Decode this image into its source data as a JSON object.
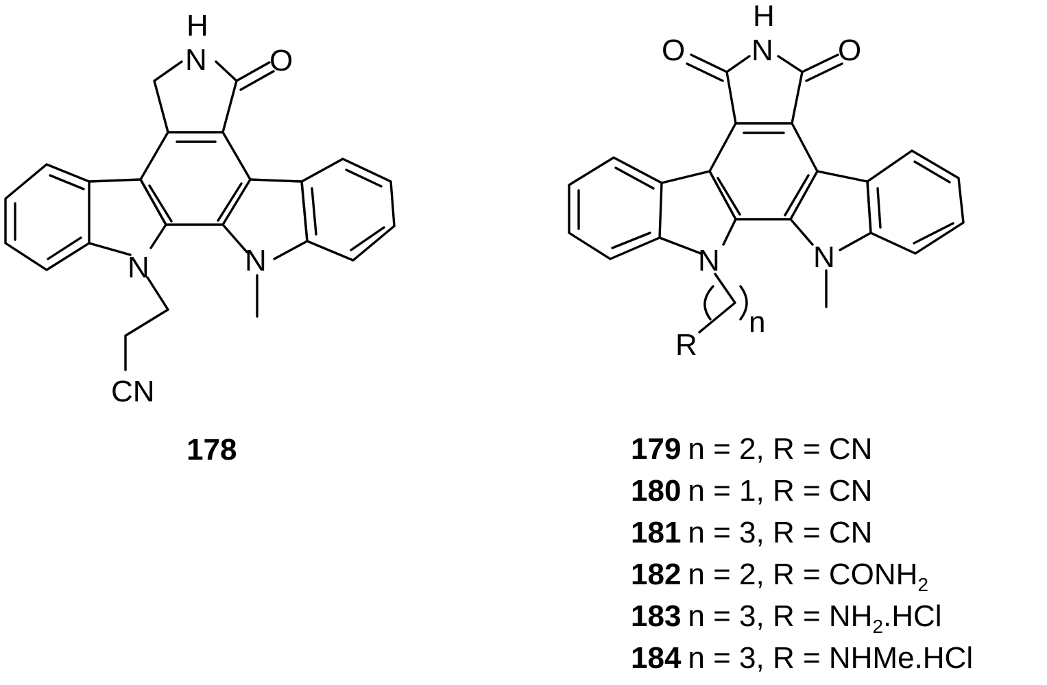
{
  "compound_178": {
    "label": "178",
    "atoms": {
      "lactam_H": "H",
      "lactam_N": "N",
      "carbonyl_O": "O",
      "indole_N1": "N",
      "indole_N2": "N",
      "nitrile": "CN"
    }
  },
  "compound_series": {
    "atoms": {
      "imide_H": "H",
      "imide_N": "N",
      "carbonyl_O_left": "O",
      "carbonyl_O_right": "O",
      "indole_N1": "N",
      "indole_N2": "N",
      "substituent_R": "R",
      "repeat_n": "n"
    },
    "legend": [
      {
        "id": "179",
        "prefix": "n = 2, R = CN",
        "sub": "",
        "suffix": ""
      },
      {
        "id": "180",
        "prefix": "n = 1, R = CN",
        "sub": "",
        "suffix": ""
      },
      {
        "id": "181",
        "prefix": "n = 3, R = CN",
        "sub": "",
        "suffix": ""
      },
      {
        "id": "182",
        "prefix": "n = 2, R = CONH",
        "sub": "2",
        "suffix": ""
      },
      {
        "id": "183",
        "prefix": "n = 3, R = NH",
        "sub": "2",
        "suffix": ".HCl"
      },
      {
        "id": "184",
        "prefix": "n = 3, R = NHMe.HCl",
        "sub": "",
        "suffix": ""
      }
    ]
  }
}
